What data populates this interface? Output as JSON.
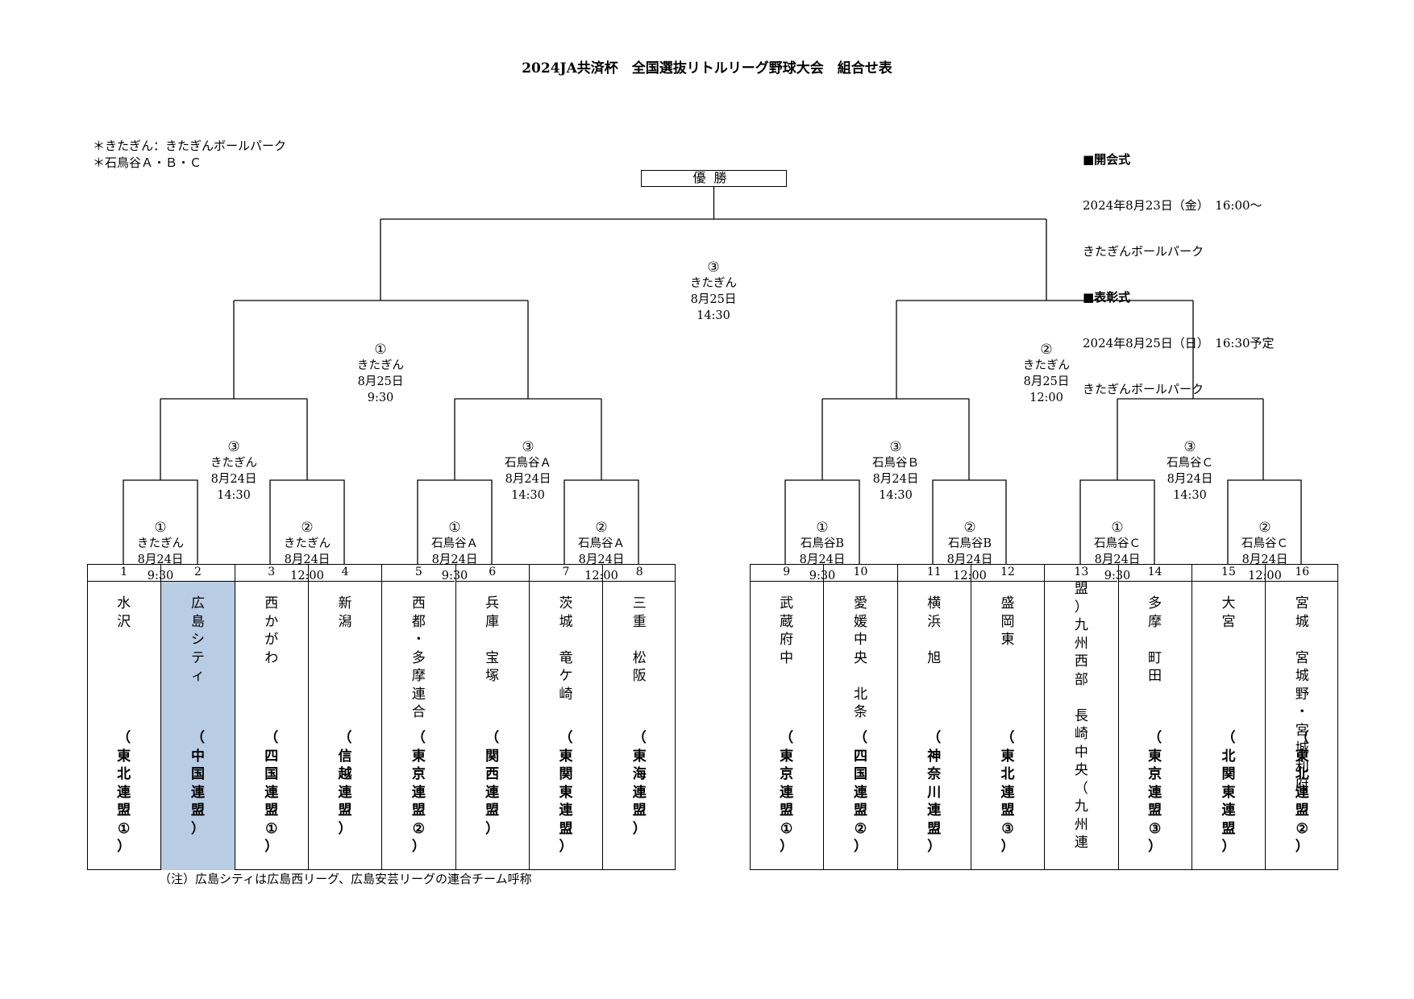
{
  "title": "2024JA共済杯　全国選抜リトルリーグ野球大会　組合せ表",
  "notes": [
    "＊きたぎん：きたぎんボールパーク",
    "＊石鳥谷Ａ・Ｂ・Ｃ"
  ],
  "ceremony": {
    "opening_head": "■開会式",
    "opening_date": "2024年8月23日（金）　16:00～",
    "opening_place": "きたぎんボールパーク",
    "award_head": "■表彰式",
    "award_date": "2024年8月25日（日）　16:30予定",
    "award_place": "きたぎんボールパーク"
  },
  "champion": "優勝",
  "games": {
    "final": {
      "no": "③",
      "venue": "きたぎん",
      "date": "8月25日",
      "time": "14:30"
    },
    "sf_left": {
      "no": "①",
      "venue": "きたぎん",
      "date": "8月25日",
      "time": "9:30"
    },
    "sf_right": {
      "no": "②",
      "venue": "きたぎん",
      "date": "8月25日",
      "time": "12:00"
    },
    "qf1": {
      "no": "③",
      "venue": "きたぎん",
      "date": "8月24日",
      "time": "14:30"
    },
    "qf2": {
      "no": "③",
      "venue": "石鳥谷Ａ",
      "date": "8月24日",
      "time": "14:30"
    },
    "qf3": {
      "no": "③",
      "venue": "石鳥谷Ｂ",
      "date": "8月24日",
      "time": "14:30"
    },
    "qf4": {
      "no": "③",
      "venue": "石鳥谷Ｃ",
      "date": "8月24日",
      "time": "14:30"
    },
    "r1_1": {
      "no": "①",
      "venue": "きたぎん",
      "date": "8月24日",
      "time": "9:30"
    },
    "r1_2": {
      "no": "②",
      "venue": "きたぎん",
      "date": "8月24日",
      "time": "12:00"
    },
    "r1_3": {
      "no": "①",
      "venue": "石鳥谷Ａ",
      "date": "8月24日",
      "time": "9:30"
    },
    "r1_4": {
      "no": "②",
      "venue": "石鳥谷Ａ",
      "date": "8月24日",
      "time": "12:00"
    },
    "r1_5": {
      "no": "①",
      "venue": "石鳥谷B",
      "date": "8月24日",
      "time": "9:30"
    },
    "r1_6": {
      "no": "②",
      "venue": "石鳥谷B",
      "date": "8月24日",
      "time": "12:00"
    },
    "r1_7": {
      "no": "①",
      "venue": "石鳥谷Ｃ",
      "date": "8月24日",
      "time": "9:30"
    },
    "r1_8": {
      "no": "②",
      "venue": "石鳥谷Ｃ",
      "date": "8月24日",
      "time": "12:00"
    }
  },
  "teams": [
    {
      "num": "1",
      "name": "水沢",
      "league": "（東北連盟①）"
    },
    {
      "num": "2",
      "name": "広島シティ",
      "league": "（中国連盟）",
      "highlight": "#b8cce4"
    },
    {
      "num": "3",
      "name": "西かがわ",
      "league": "（四国連盟①）"
    },
    {
      "num": "4",
      "name": "新潟",
      "league": "（信越連盟）"
    },
    {
      "num": "5",
      "name": "西都・多摩連合",
      "league": "（東京連盟②）"
    },
    {
      "num": "6",
      "name": "兵庫　宝塚",
      "league": "（関西連盟）"
    },
    {
      "num": "7",
      "name": "茨城　竜ケ崎",
      "league": "（東関東連盟）"
    },
    {
      "num": "8",
      "name": "三重　松阪",
      "league": "（東海連盟）"
    },
    {
      "num": "9",
      "name": "武蔵府中",
      "league": "（東京連盟①）"
    },
    {
      "num": "10",
      "name": "愛媛中央　北条",
      "league": "（四国連盟②）"
    },
    {
      "num": "11",
      "name": "横浜　旭",
      "league": "（神奈川連盟）"
    },
    {
      "num": "12",
      "name": "盛岡東",
      "league": "（東北連盟③）"
    },
    {
      "num": "13",
      "name": "盟）九州西部　長崎中央（九州連",
      "league": ""
    },
    {
      "num": "14",
      "name": "多摩　町田",
      "league": "（東京連盟③）"
    },
    {
      "num": "15",
      "name": "大宮",
      "league": "（北関東連盟）"
    },
    {
      "num": "16",
      "name": "宮城　宮城野・宮城利府",
      "league": "（東北連盟②）"
    }
  ],
  "footnote": "（注）広島シティは広島西リーグ、広島安芸リーグの連合チーム呼称"
}
